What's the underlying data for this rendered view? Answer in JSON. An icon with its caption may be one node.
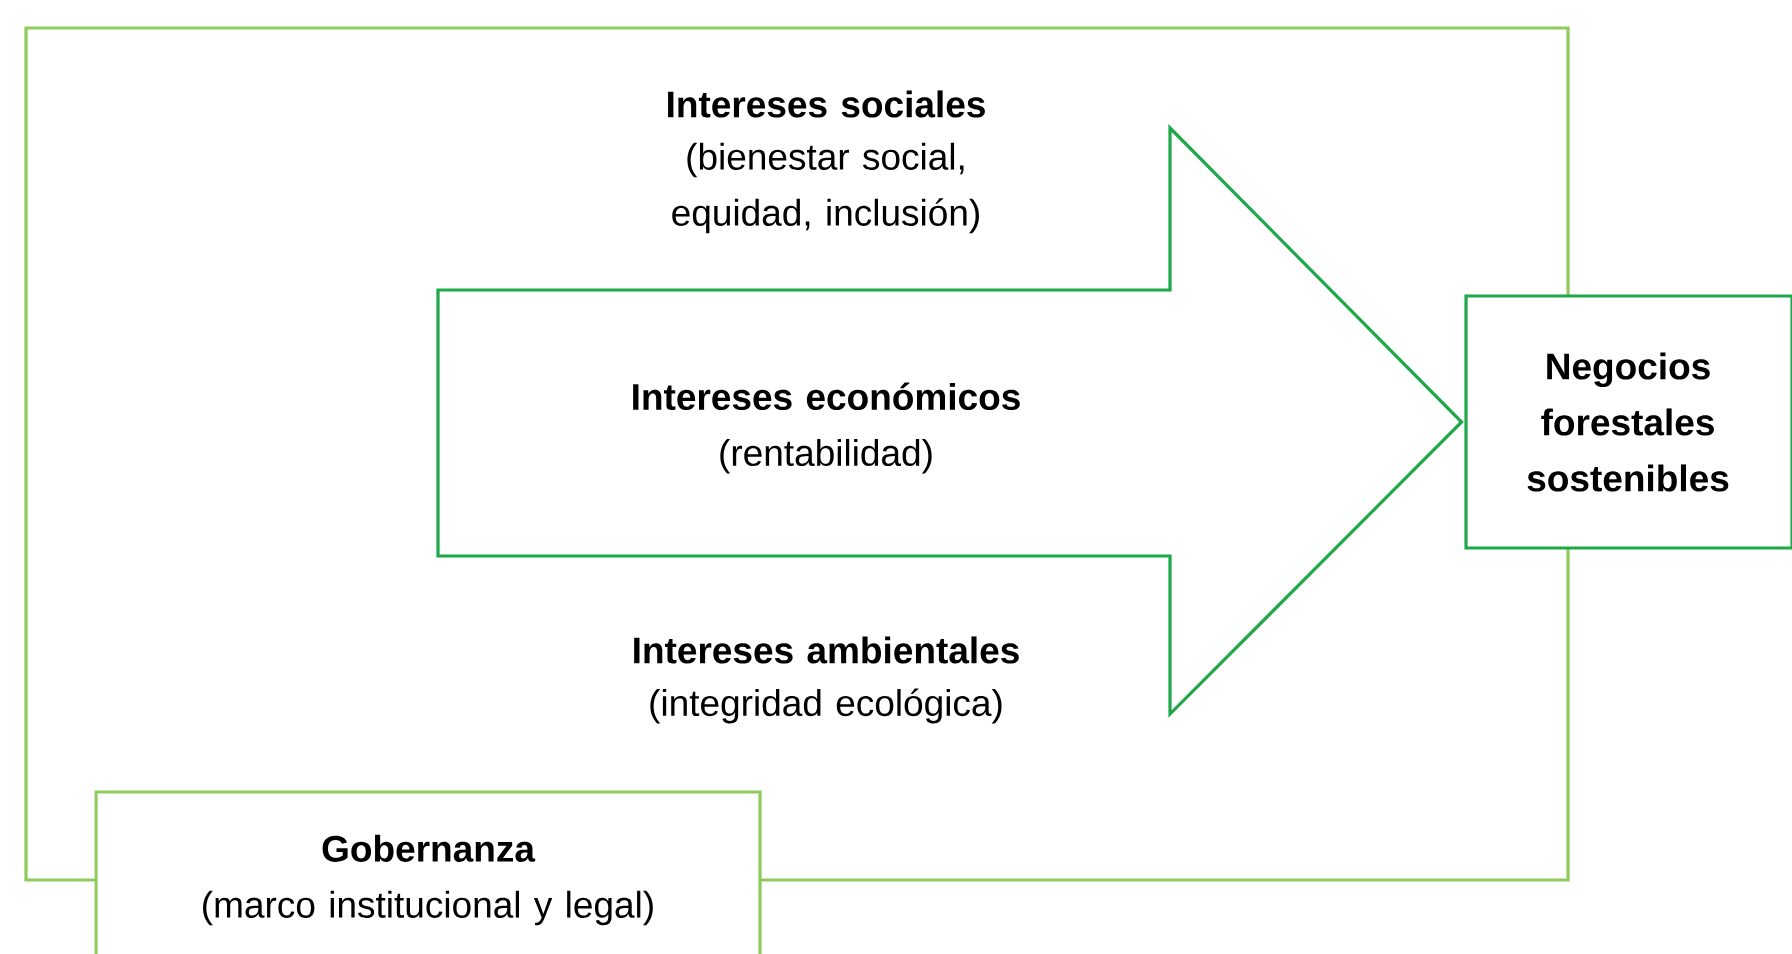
{
  "diagram": {
    "nodes": [
      {
        "text": [],
        "shape": "box"
      },
      {
        "text": [
          "Intereses económicos",
          "(rentabilidad)"
        ],
        "in": 0
      },
      {
        "text": [
          "Negocios forestales sostenibles"
        ]
      },
      {
        "text": [
          "Gobernanza",
          "(marco institucional y legal)"
        ]
      }
    ],
    "edges": [
      {
        "from": null,
        "to": 2,
        "arrow": "to"
      }
    ],
    "labels": [
      "Intereses sociales",
      "(bienestar social, equidad, inclusión)",
      "Intereses ambientales",
      "(integridad ecológica)"
    ]
  }
}
